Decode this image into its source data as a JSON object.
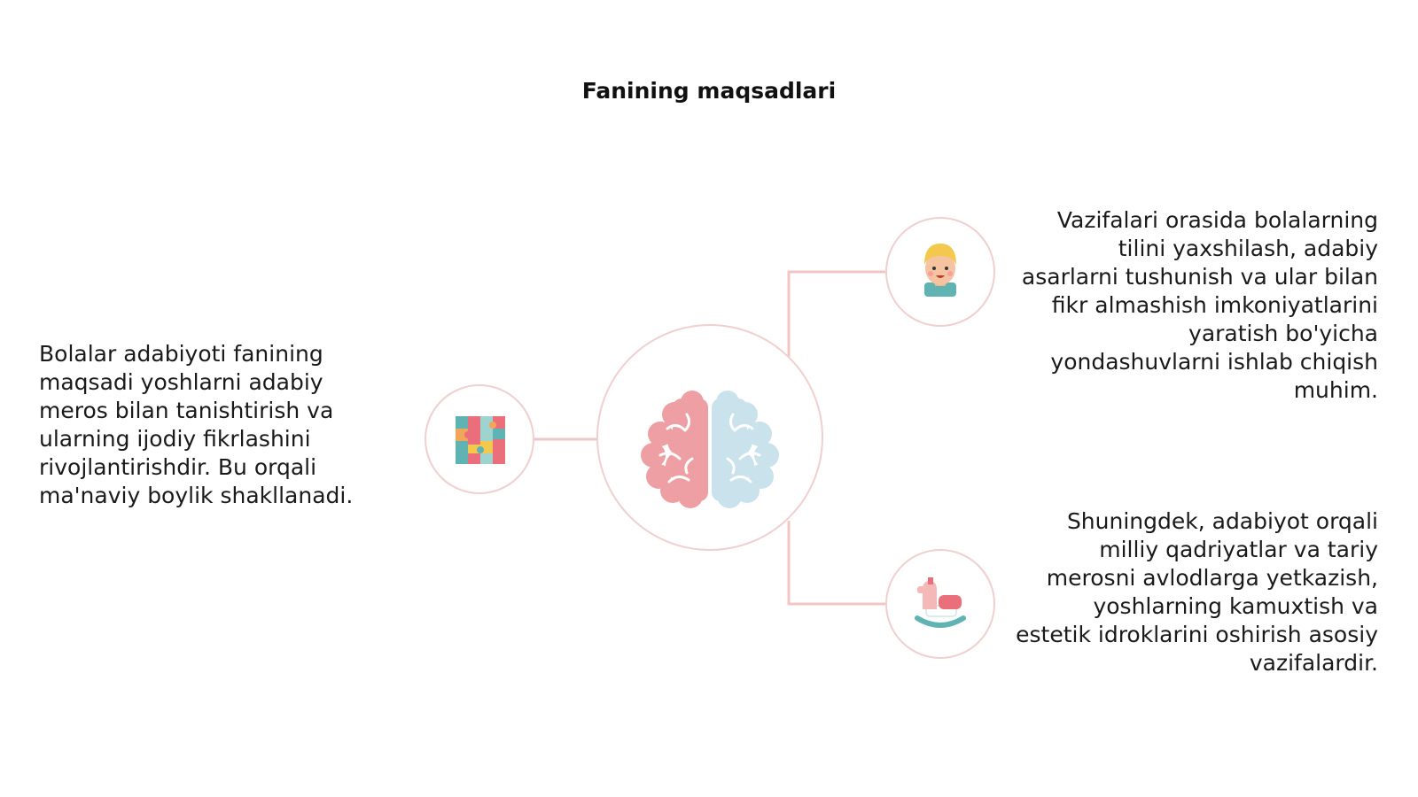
{
  "title": "Fanining maqsadlari",
  "colors": {
    "ring": "#f0cfcf",
    "connector": "#f2c4c4",
    "brain_left": "#ee9fa3",
    "brain_right": "#c9e2ec",
    "accent_pink": "#ea6f7b",
    "accent_teal": "#5fb3b3",
    "accent_yellow": "#f2c94c"
  },
  "nodes": {
    "center": {
      "icon": "brain-icon"
    },
    "left": {
      "icon": "puzzle-icon"
    },
    "top_right": {
      "icon": "child-face-icon"
    },
    "bottom_right": {
      "icon": "rocking-horse-icon"
    }
  },
  "texts": {
    "left": "Bolalar adabiyoti fanining maqsadi yoshlarni adabiy meros bilan tanishtirish va ularning ijodiy fikrlashini rivojlantirishdir. Bu orqali ma'naviy boylik shakllanadi.",
    "top_right": "Vazifalari orasida bolalarning tilini yaxshilash, adabiy asarlarni tushunish va ular bilan fikr almashish imkoniyatlarini yaratish bo'yicha yondashuvlarni ishlab chiqish muhim.",
    "bottom_right": "Shuningdek, adabiyot orqali milliy qadriyatlar va tariy merosni avlodlarga yetkazish, yoshlarning kamuxtish va estetik idroklarini oshirish asosiy vazifalardir."
  }
}
